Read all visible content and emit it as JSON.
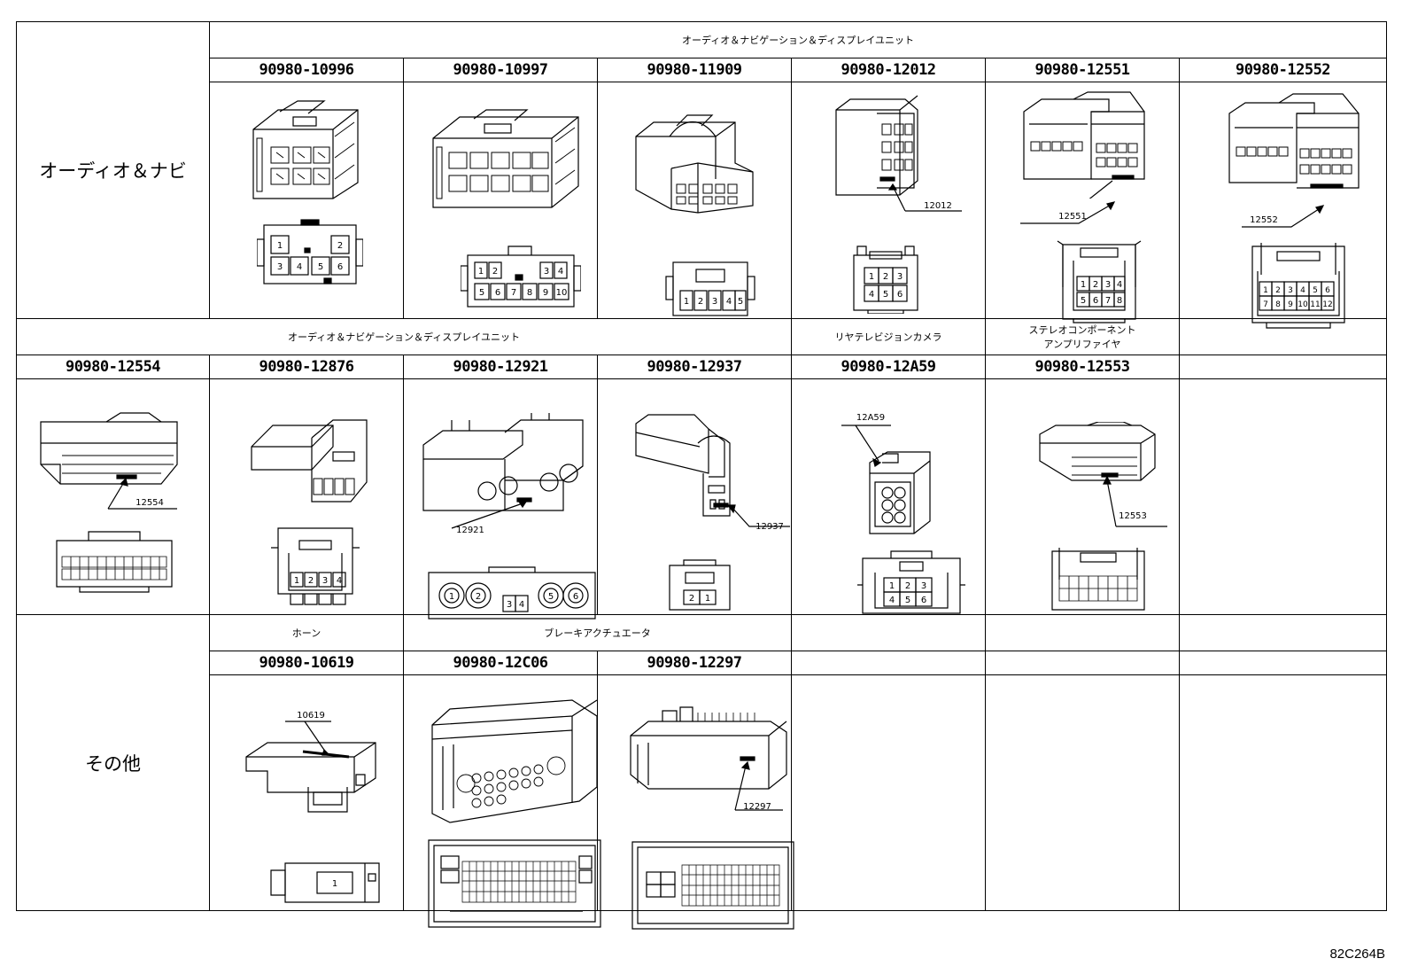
{
  "categories": [
    "オーディオ＆ナビ",
    "その他"
  ],
  "row1": {
    "group_title": "オーディオ＆ナビゲーション＆ディスプレイユニット",
    "parts": [
      "90980-10996",
      "90980-10997",
      "90980-11909",
      "90980-12012",
      "90980-12551",
      "90980-12552"
    ],
    "tags": [
      "12012",
      "12551",
      "12552"
    ],
    "pins": [
      [
        "1",
        "2",
        "3",
        "4",
        "5",
        "6"
      ],
      [
        "1",
        "2",
        "3",
        "4",
        "5",
        "6",
        "7",
        "8",
        "9",
        "10"
      ],
      [
        "1",
        "2",
        "3",
        "4",
        "5"
      ],
      [
        "1",
        "2",
        "3",
        "4",
        "5",
        "6"
      ],
      [
        "1",
        "2",
        "3",
        "4",
        "5",
        "6",
        "7",
        "8"
      ],
      [
        "1",
        "2",
        "3",
        "4",
        "5",
        "6",
        "7",
        "8",
        "9",
        "10",
        "11",
        "12"
      ]
    ]
  },
  "row2": {
    "titles": [
      "オーディオ＆ナビゲーション＆ディスプレイユニット",
      "リヤテレビジョンカメラ",
      "ステレオコンポーネント",
      "アンプリファイヤ"
    ],
    "parts": [
      "90980-12554",
      "90980-12876",
      "90980-12921",
      "90980-12937",
      "90980-12A59",
      "90980-12553"
    ],
    "tags": [
      "12554",
      "12921",
      "12937",
      "12A59",
      "12553"
    ],
    "pins": [
      [
        "1",
        "2",
        "3",
        "4"
      ],
      [
        "1",
        "2",
        "3",
        "4",
        "5",
        "6"
      ],
      [
        "1",
        "2"
      ],
      [
        "1",
        "2",
        "3",
        "4",
        "5",
        "6"
      ]
    ]
  },
  "row3": {
    "titles": [
      "ホーン",
      "ブレーキアクチュエータ"
    ],
    "parts": [
      "90980-10619",
      "90980-12C06",
      "90980-12297"
    ],
    "tags": [
      "10619",
      "12297"
    ],
    "pins": [
      "1"
    ]
  },
  "footer_code": "82C264B"
}
